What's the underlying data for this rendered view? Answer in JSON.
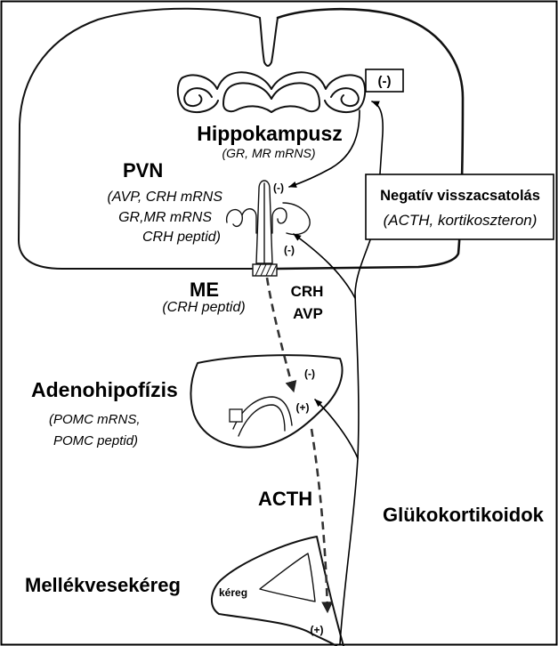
{
  "hippocampus": {
    "label": "Hippokampusz",
    "detail": "(GR, MR mRNS)",
    "feedback_sign": "(-)"
  },
  "pvn": {
    "label": "PVN",
    "details": [
      "(AVP, CRH mRNS",
      "GR,MR mRNS",
      "CRH peptid)"
    ],
    "sign_upper": "(-)",
    "sign_lower": "(-)"
  },
  "me": {
    "label": "ME",
    "detail": "(CRH peptid)"
  },
  "releasing_hormones": [
    "CRH",
    "AVP"
  ],
  "negative_feedback": {
    "label": "Negatív visszacsatolás",
    "detail": "(ACTH, kortikoszteron)"
  },
  "adenohypophysis": {
    "label": "Adenohipofízis",
    "details": [
      "(POMC mRNS,",
      "POMC peptid)"
    ],
    "sign_inhibit": "(-)",
    "sign_stimulate": "(+)"
  },
  "acth": {
    "label": "ACTH"
  },
  "glucocorticoids": {
    "label": "Glükokortikoidok"
  },
  "adrenal_cortex": {
    "label": "Mellékvesekéreg",
    "inner_label": "kéreg",
    "sign_stimulate": "(+)"
  }
}
